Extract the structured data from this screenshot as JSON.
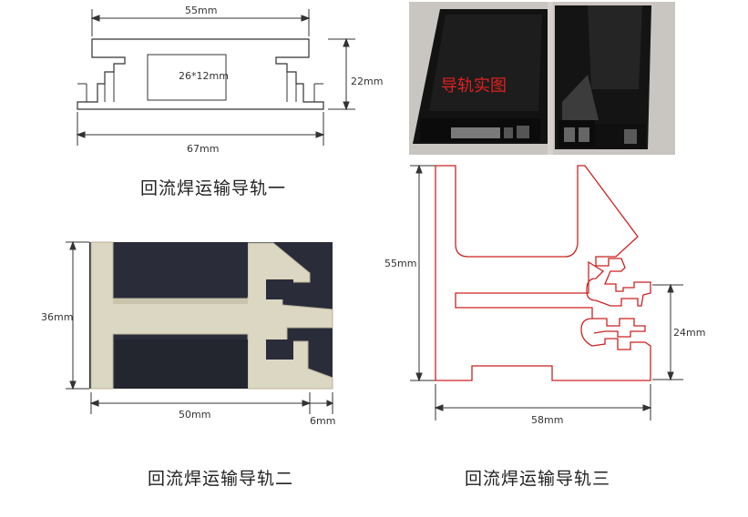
{
  "rail_one": {
    "caption": "回流焊运输导轨一",
    "dim_top": "55mm",
    "dim_bottom": "67mm",
    "dim_height": "22mm",
    "slot_label": "26*12mm"
  },
  "photo": {
    "label": "导轨实图"
  },
  "rail_two": {
    "caption": "回流焊运输导轨二",
    "dim_height": "36mm",
    "dim_width": "50mm",
    "dim_extra": "6mm"
  },
  "rail_three": {
    "caption": "回流焊运输导轨三",
    "dim_height": "55mm",
    "dim_right": "24mm",
    "dim_width": "58mm"
  },
  "colors": {
    "profile_line": "#cc2222",
    "photo_label": "#e02020"
  }
}
